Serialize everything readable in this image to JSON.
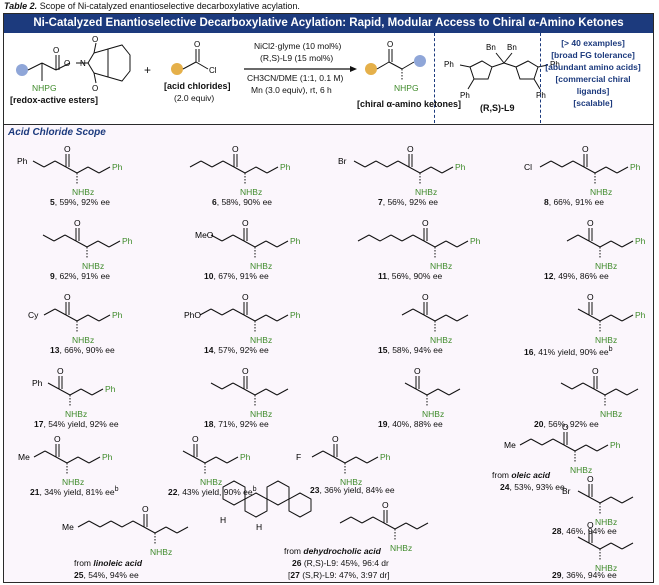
{
  "caption": {
    "label": "Table 2.",
    "text": "Scope of Ni-catalyzed enantioselective decarboxylative acylation."
  },
  "banner": "Ni-Catalyzed Enantioselective Decarboxylative Acylation: Rapid, Modular Access to Chiral α-Amino Ketones",
  "scheme": {
    "reactant1": "[redox-active esters]",
    "plus": "+",
    "reactant2_line1": "[acid chlorides]",
    "reactant2_line2": "(2.0 equiv)",
    "cond1": "NiCl2·glyme (10 mol%)",
    "cond2": "(R,S)-L9 (15 mol%)",
    "cond3": "CH3CN/DME (1:1, 0.1 M)",
    "cond4": "Mn (3.0 equiv), rt, 6 h",
    "product": "[chiral α-amino ketones]",
    "ligand": "(R,S)-L9",
    "nhpg": "NHPG",
    "features": [
      "[> 40 examples]",
      "[broad FG tolerance]",
      "[abundant amino acids]",
      "[commercial chiral ligands]",
      "[scalable]"
    ]
  },
  "scope_title": "Acid Chloride Scope",
  "compounds": [
    {
      "num": "5",
      "result": ", 59%, 92% ee"
    },
    {
      "num": "6",
      "result": ", 58%, 90% ee"
    },
    {
      "num": "7",
      "result": ", 56%, 92% ee"
    },
    {
      "num": "8",
      "result": ", 66%, 91% ee"
    },
    {
      "num": "9",
      "result": ", 62%, 91% ee"
    },
    {
      "num": "10",
      "result": ", 67%, 91% ee"
    },
    {
      "num": "11",
      "result": ", 56%, 90% ee"
    },
    {
      "num": "12",
      "result": ", 49%, 86% ee"
    },
    {
      "num": "13",
      "result": ", 66%, 90% ee"
    },
    {
      "num": "14",
      "result": ", 57%, 92% ee"
    },
    {
      "num": "15",
      "result": ", 58%, 94% ee"
    },
    {
      "num": "16",
      "result": ", 41% yield, 90% ee",
      "note": "b"
    },
    {
      "num": "17",
      "result": ", 54% yield, 92% ee"
    },
    {
      "num": "18",
      "result": ", 71%, 92% ee"
    },
    {
      "num": "19",
      "result": ", 40%, 88% ee"
    },
    {
      "num": "20",
      "result": ", 56%, 92% ee"
    },
    {
      "num": "21",
      "result": ", 34% yield, 81% ee",
      "note": "b"
    },
    {
      "num": "22",
      "result": ", 43% yield, 90% ee",
      "note": "b"
    },
    {
      "num": "23",
      "result": ", 36% yield, 84% ee"
    },
    {
      "num": "24",
      "result": ", 53%, 93% ee"
    },
    {
      "num": "25",
      "result": ", 54%, 94% ee"
    },
    {
      "num": "28",
      "result": ", 46%, 94% ee"
    },
    {
      "num": "29",
      "result": ", 36%, 94% ee"
    }
  ],
  "sources": {
    "oleic_prefix": "from ",
    "oleic": "oleic acid",
    "linoleic_prefix": "from ",
    "linoleic": "linoleic acid",
    "dehydro_prefix": "from ",
    "dehydro": "dehydrocholic acid",
    "c26_num": "26",
    "c26": " (R,S)-L9: 45%, 96:4 dr",
    "c27_num": "27",
    "c27": " (S,R)-L9: 47%, 3:97 dr"
  },
  "groups": {
    "ph": "Ph",
    "nhbz": "NHBz",
    "br": "Br",
    "cl": "Cl",
    "meo2c": "MeO",
    "pho": "PhO",
    "cy": "Cy",
    "meo": "MeO",
    "me": "Me",
    "f": "F",
    "o": "O",
    "h": "H"
  }
}
